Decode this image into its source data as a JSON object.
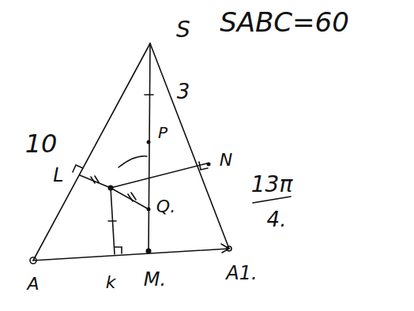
{
  "diagram": {
    "labels": [
      "S",
      "SABC=60",
      "10",
      "3",
      "L",
      "P",
      "N",
      "Q.",
      "A",
      "k",
      "M.",
      "A1.",
      "13π",
      "4."
    ]
  }
}
